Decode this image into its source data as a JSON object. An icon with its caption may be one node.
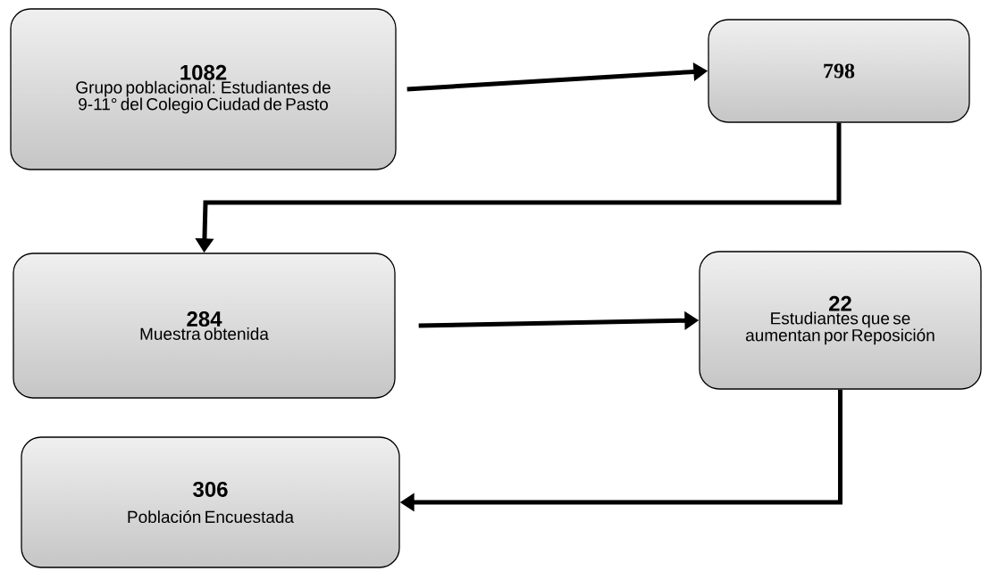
{
  "diagram": {
    "nodes": [
      {
        "text": [
          "1082",
          "Grupo poblacional: Estudiantes de 9-11° del Colegio Ciudad de Pasto"
        ]
      },
      {
        "text": [
          "798"
        ]
      },
      {
        "text": [
          "284",
          "Muestra obtenida"
        ]
      },
      {
        "text": [
          "22",
          "Estudiantes que se aumentan por Reposición"
        ]
      },
      {
        "text": [
          "306",
          "Población Encuestada"
        ]
      }
    ],
    "edges": [
      {
        "from": 0,
        "to": 1,
        "arrow": "to"
      },
      {
        "from": 1,
        "to": 2,
        "arrow": "to"
      },
      {
        "from": 2,
        "to": 3,
        "arrow": "to"
      },
      {
        "from": 3,
        "to": 4,
        "arrow": "to"
      }
    ]
  }
}
